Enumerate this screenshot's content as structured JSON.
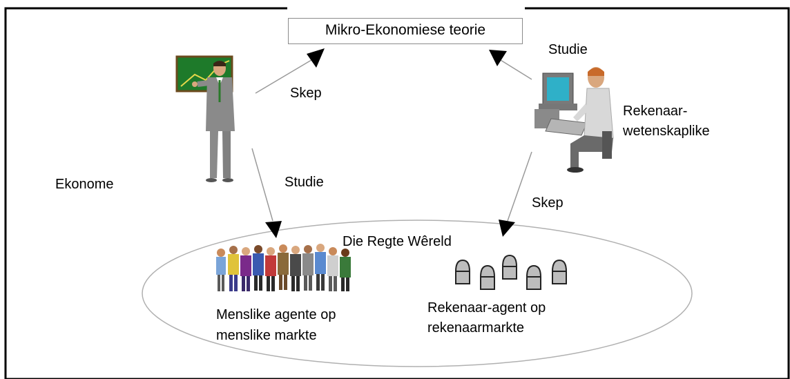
{
  "diagram": {
    "title": "Mikro-Ekonomiese teorie",
    "world_label": "Die Regte Wêreld",
    "economist": {
      "label": "Ekonome",
      "create_label": "Skep",
      "study_label": "Studie"
    },
    "computer_scientist": {
      "label_line1": "Rekenaar-",
      "label_line2": "wetenskaplike",
      "study_label": "Studie",
      "create_label": "Skep"
    },
    "human_agents": {
      "line1": "Menslike agente op",
      "line2": "menslike markte"
    },
    "computer_agents": {
      "line1": "Rekenaar-agent op",
      "line2": "rekenaarmarkte"
    }
  }
}
